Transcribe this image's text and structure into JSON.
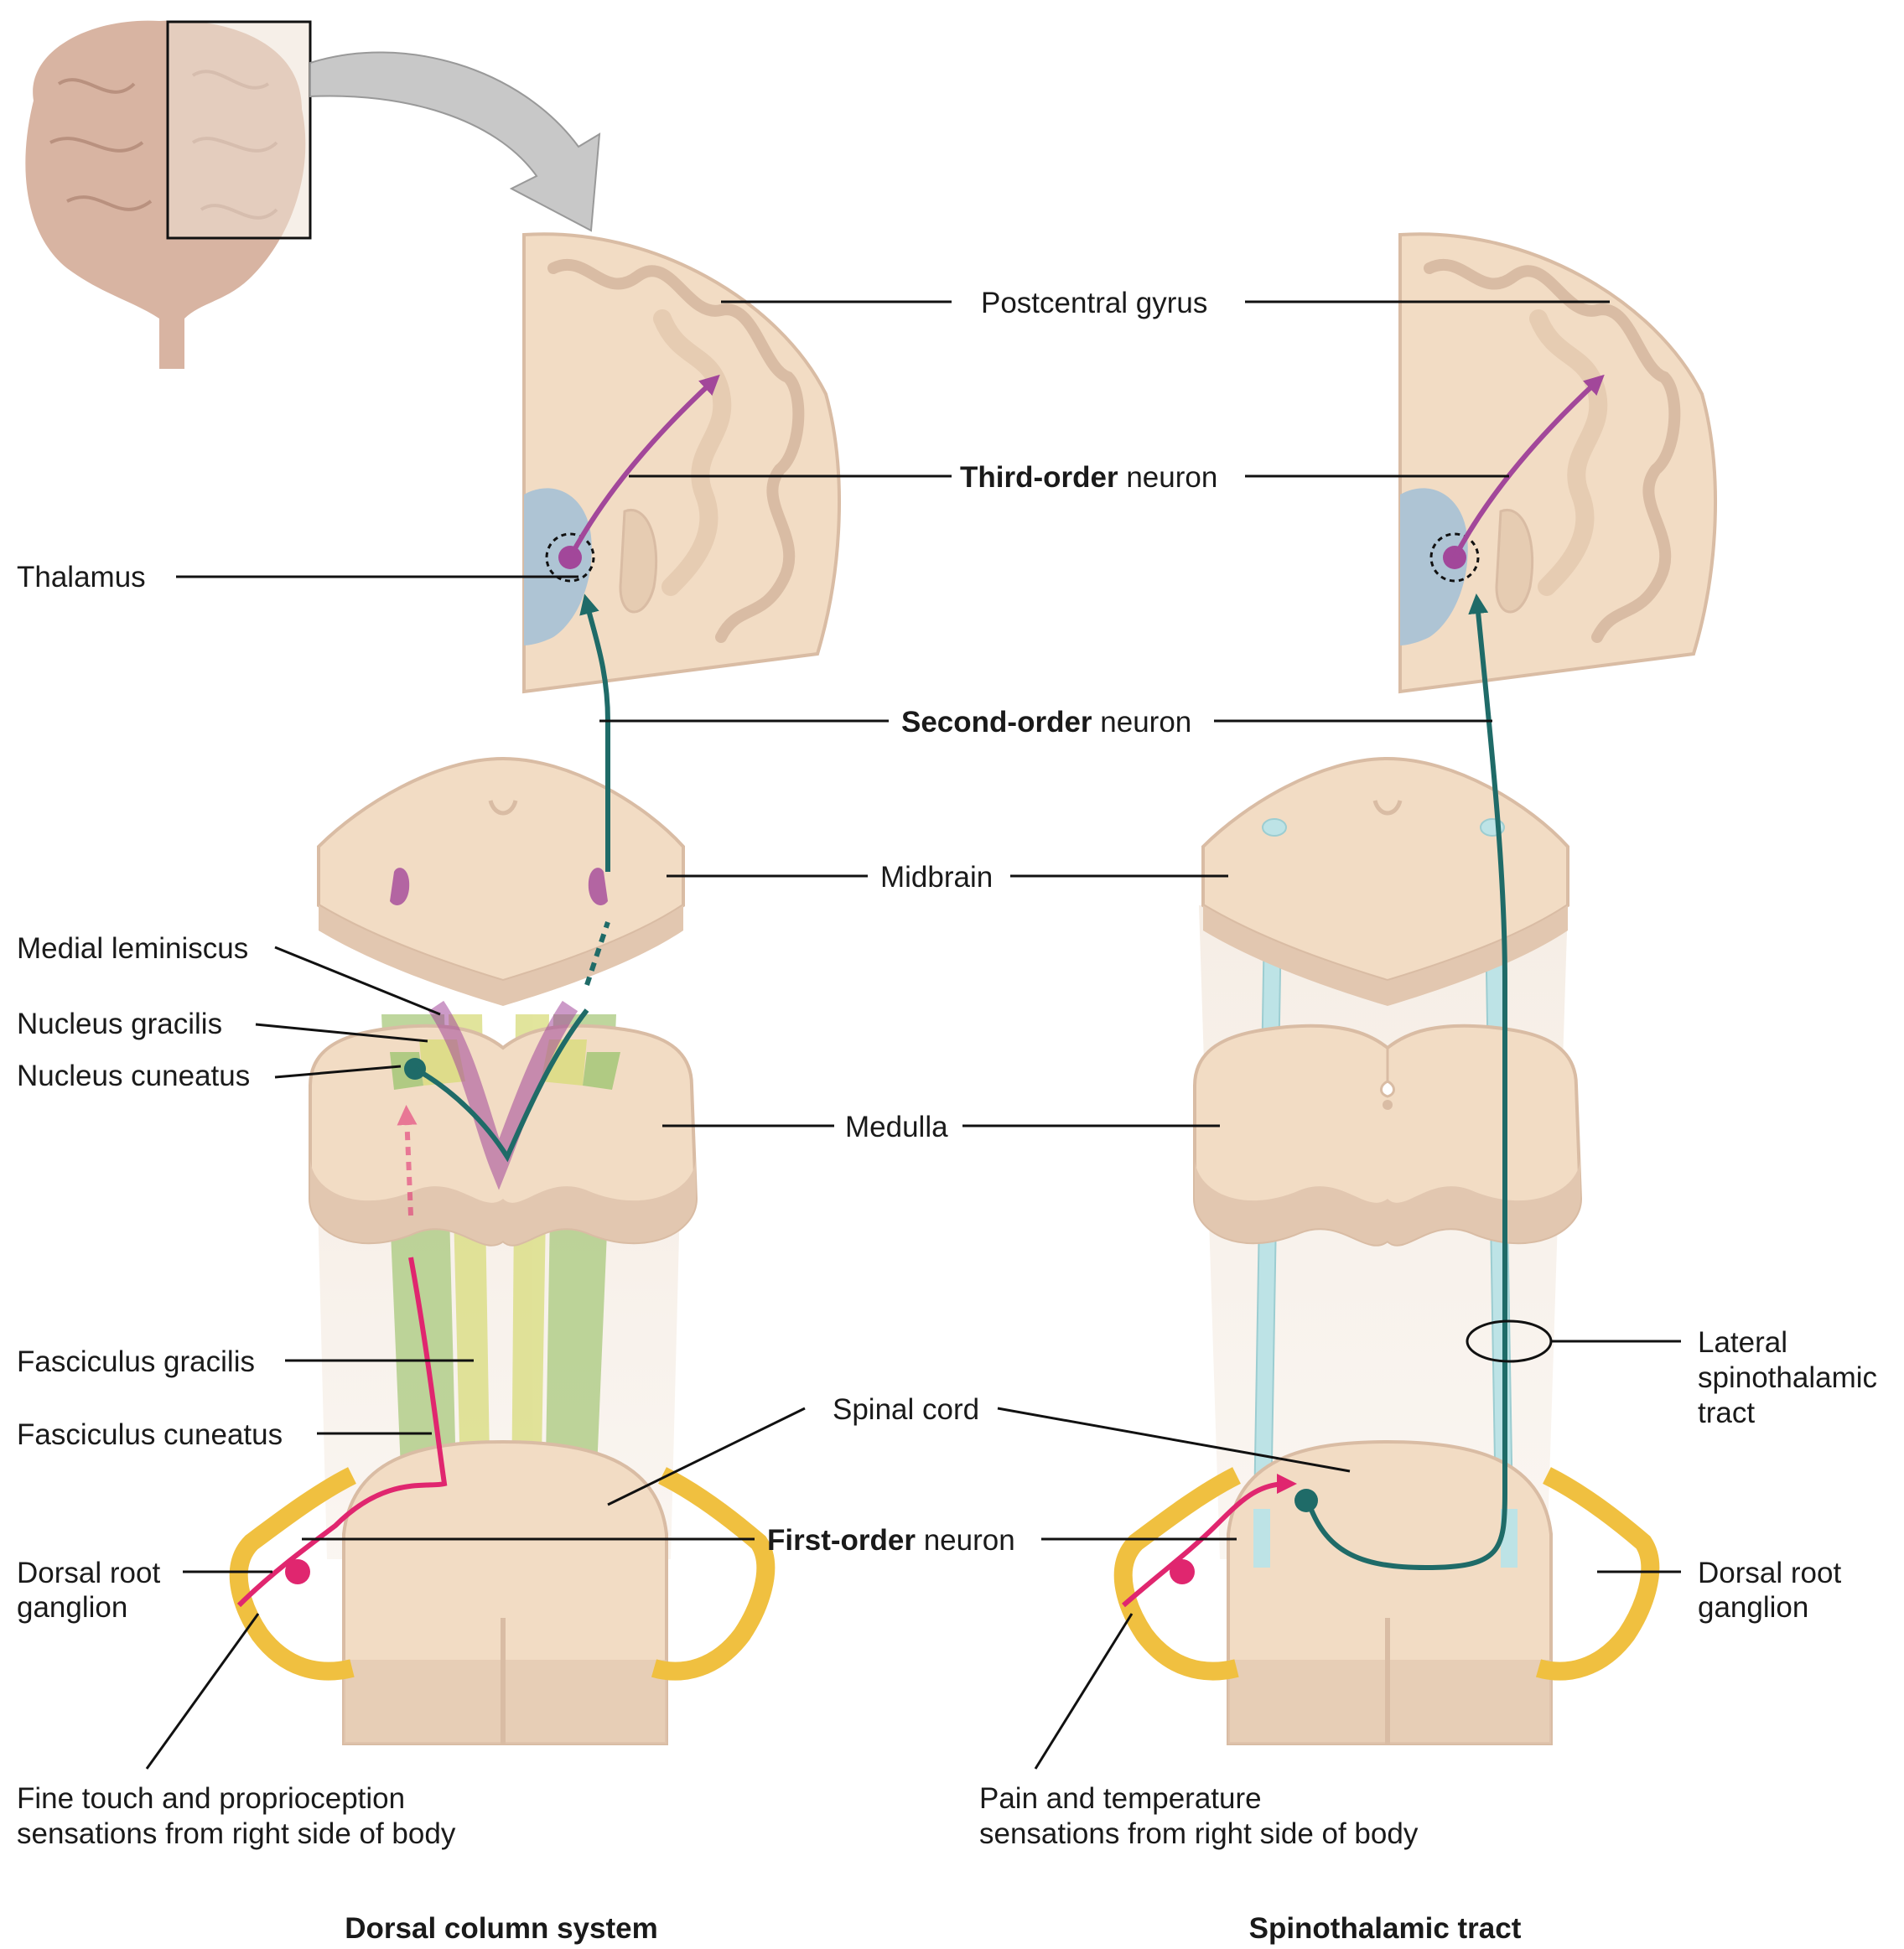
{
  "panels": {
    "left_caption": "Dorsal column system",
    "right_caption": "Spinothalamic tract"
  },
  "labels": {
    "postcentral_gyrus": "Postcentral gyrus",
    "third_order_bold": "Third-order",
    "third_order_rest": " neuron",
    "thalamus": "Thalamus",
    "second_order_bold": "Second-order",
    "second_order_rest": " neuron",
    "midbrain": "Midbrain",
    "medial_lemniscus": "Medial leminiscus",
    "nucleus_gracilis": "Nucleus gracilis",
    "nucleus_cuneatus": "Nucleus cuneatus",
    "medulla": "Medulla",
    "fasciculus_gracilis": "Fasciculus gracilis",
    "fasciculus_cuneatus": "Fasciculus cuneatus",
    "spinal_cord": "Spinal cord",
    "first_order_bold": "First-order",
    "first_order_rest": " neuron",
    "drg_left_1": "Dorsal root",
    "drg_left_2": "ganglion",
    "drg_right_1": "Dorsal root",
    "drg_right_2": "ganglion",
    "lateral_1": "Lateral",
    "lateral_2": "spinothalamic",
    "lateral_3": "tract",
    "fine_touch_1": "Fine touch and proprioception",
    "fine_touch_2": "sensations from right side of body",
    "pain_1": "Pain and temperature",
    "pain_2": "sensations from right side of body"
  },
  "colors": {
    "tissue": "#f2dcc4",
    "tissue_dark": "#d9bca4",
    "cortex_gray": "#e6ccb2",
    "thalamus": "#aec4d4",
    "first_order": "#e0266f",
    "second_order": "#1f6b68",
    "third_order": "#a2479a",
    "ganglion": "#f0c040",
    "gracilis": "#d8dc7c",
    "cuneatus": "#a8c87c",
    "tract_blue": "#bde3e6",
    "arrow_gray": "#c8c8c8"
  }
}
